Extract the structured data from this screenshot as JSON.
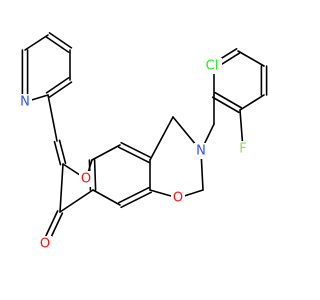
{
  "colors": {
    "bond": "#000000",
    "carbon_label": "#000000",
    "nitrogen": "#3050F8",
    "oxygen": "#FF0D0D",
    "chlorine": "#1FF01F",
    "fluorine": "#90E050",
    "background": "#ffffff"
  },
  "atoms": {
    "cl": "Cl",
    "f": "F",
    "n_amine": "N",
    "o_oxazine": "O",
    "o_furan": "O",
    "o_carbonyl": "O",
    "n_pyridine": "N"
  }
}
